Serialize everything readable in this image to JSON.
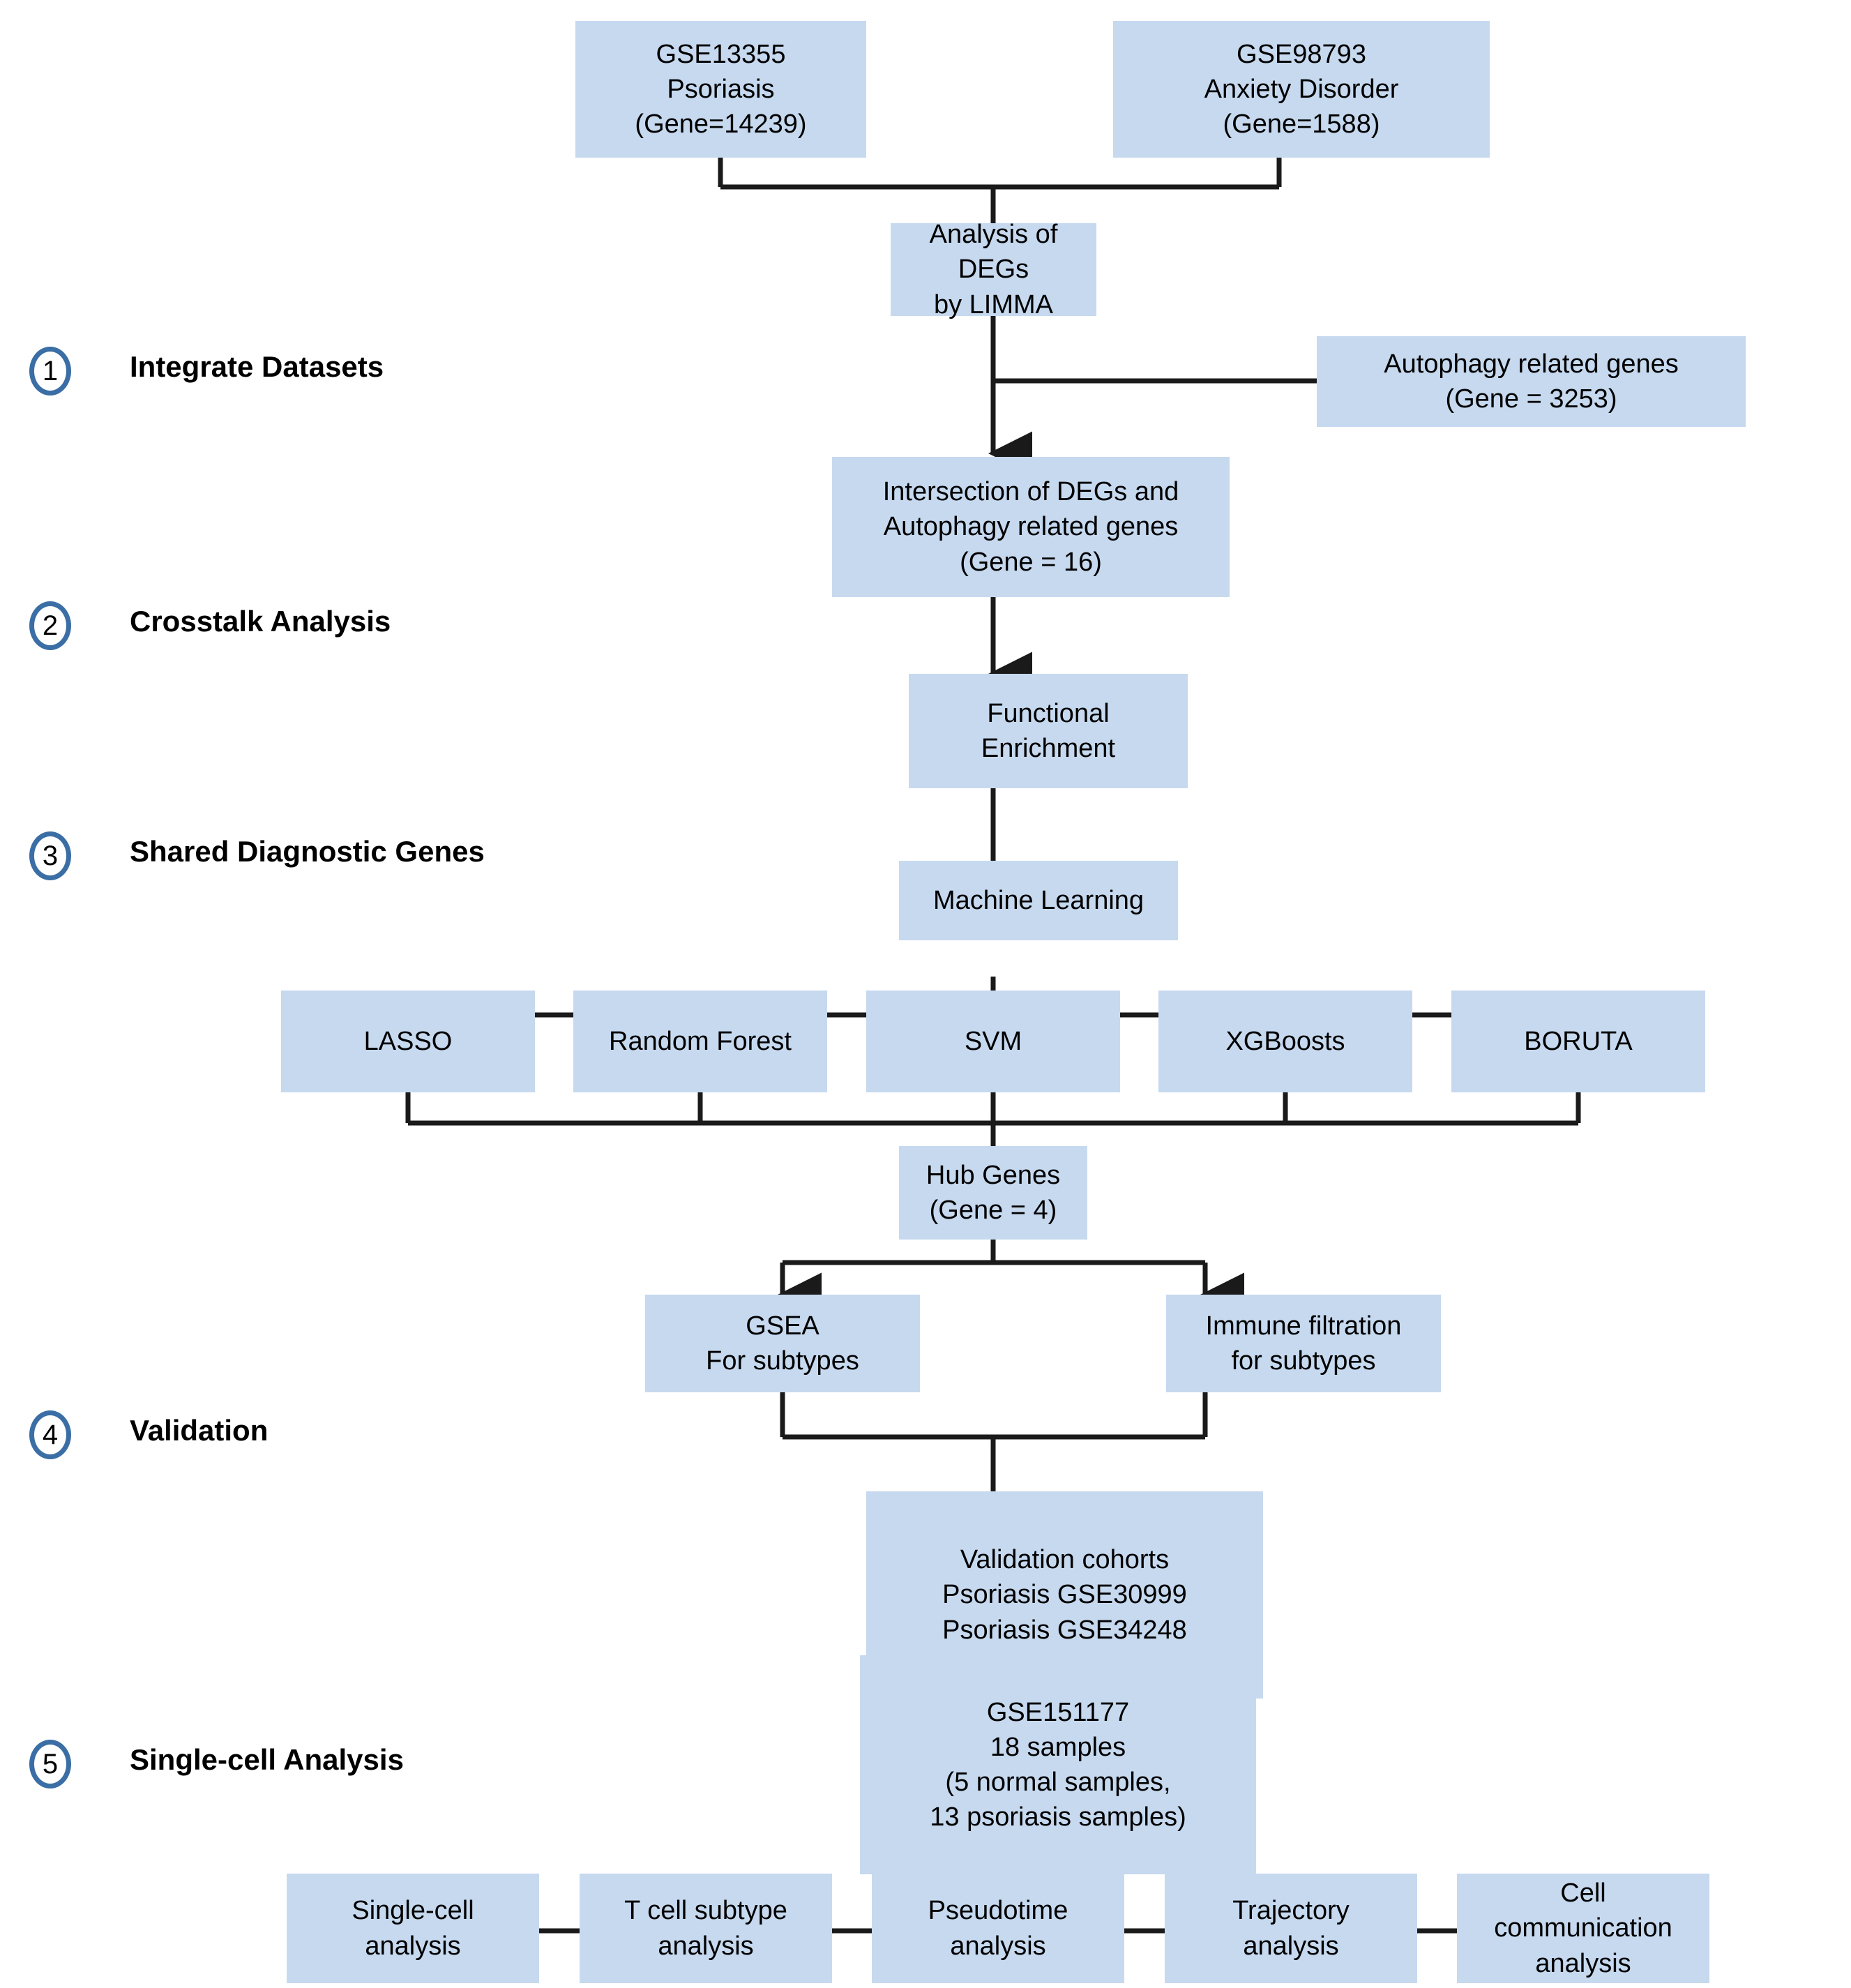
{
  "diagram": {
    "title": "Autophagy-related gene study workflow",
    "colors": {
      "node_fill": "#c6d9ef",
      "line": "#1a1a1a",
      "step_circle_border": "#3a6ea5",
      "text": "#000000"
    },
    "steps": [
      {
        "number": "1",
        "label": "Integrate Datasets"
      },
      {
        "number": "2",
        "label": "Crosstalk Analysis"
      },
      {
        "number": "3",
        "label": "Shared Diagnostic Genes"
      },
      {
        "number": "4",
        "label": "Validation"
      },
      {
        "number": "5",
        "label": "Single-cell Analysis"
      }
    ],
    "nodes": {
      "gse13355": "GSE13355\nPsoriasis\n(Gene=14239)",
      "gse98793": "GSE98793\nAnxiety Disorder\n(Gene=1588)",
      "limma": "Analysis of DEGs\nby LIMMA",
      "autophagy": "Autophagy related genes\n(Gene = 3253)",
      "intersection": "Intersection of DEGs and\nAutophagy related genes\n(Gene = 16)",
      "enrichment": "Functional\nEnrichment",
      "machine_learning": "Machine Learning",
      "ml_methods": [
        "LASSO",
        "Random Forest",
        "SVM",
        "XGBoosts",
        "BORUTA"
      ],
      "hub_genes": "Hub Genes\n(Gene = 4)",
      "gsea": "GSEA\nFor subtypes",
      "immune": "Immune filtration\nfor subtypes",
      "validation": "Validation cohorts\nPsoriasis GSE30999\nPsoriasis GSE34248",
      "gse151177": "GSE151177\n18 samples\n(5 normal samples,\n13 psoriasis samples)",
      "sc_methods": [
        "Single-cell\nanalysis",
        "T cell subtype\nanalysis",
        "Pseudotime\nanalysis",
        "Trajectory\nanalysis",
        "Cell\ncommunication\nanalysis"
      ]
    }
  }
}
